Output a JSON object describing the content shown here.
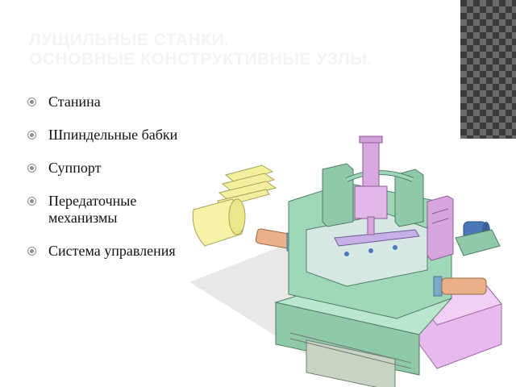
{
  "slide": {
    "title_line1": "ЛУЩИЛЬНЫЕ СТАНКИ.",
    "title_line2": "ОСНОВНЫЕ КОНСТРУКТИВНЫЕ УЗЛЫ.",
    "bullets": [
      {
        "label": "Станина"
      },
      {
        "label": "Шпиндельные бабки"
      },
      {
        "label": "Суппорт"
      },
      {
        "label": "Передаточные механизмы"
      },
      {
        "label": "Система управления"
      }
    ]
  },
  "colors": {
    "machine_frame": "#9fd8b8",
    "carriage": "#d9a8e0",
    "veneer": "#f3ef9c",
    "spindle": "#e9b08a",
    "motor": "#4a78b8"
  },
  "icons": [
    "bullet-ring-icon"
  ]
}
